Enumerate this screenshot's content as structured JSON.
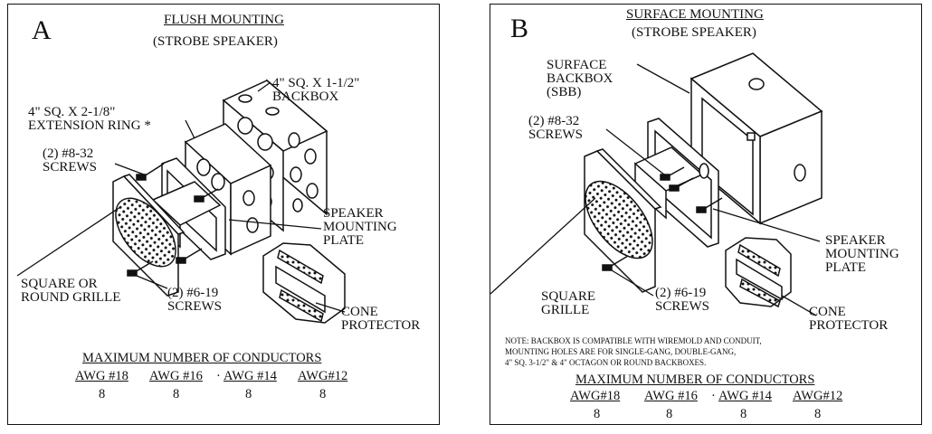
{
  "panel_a": {
    "letter": "A",
    "title": "FLUSH MOUNTING",
    "subtitle": "(STROBE SPEAKER)",
    "labels": {
      "backbox": "4\" SQ. X 1-1/2\"\nBACKBOX",
      "extension_ring": "4\" SQ. X 2-1/8\"\nEXTENSION RING *",
      "screws_top": "(2) #8-32\nSCREWS",
      "mounting_plate": "SPEAKER\nMOUNTING\nPLATE",
      "grille": "SQUARE OR\nROUND GRILLE",
      "screws_bottom": "(2) #6-19\nSCREWS",
      "cone_protector": "CONE\nPROTECTOR"
    },
    "conductors": {
      "title": "MAXIMUM NUMBER OF CONDUCTORS",
      "columns": [
        {
          "awg": "AWG #18",
          "value": "8"
        },
        {
          "awg": "AWG #16",
          "value": "8"
        },
        {
          "awg": "AWG #14",
          "value": "8"
        },
        {
          "awg": "AWG#12",
          "value": "8"
        }
      ]
    }
  },
  "panel_b": {
    "letter": "B",
    "title": "SURFACE MOUNTING",
    "subtitle": "(STROBE SPEAKER)",
    "labels": {
      "surface_backbox": "SURFACE\nBACKBOX\n(SBB)",
      "screws_top": "(2) #8-32\nSCREWS",
      "mounting_plate": "SPEAKER\nMOUNTING\nPLATE",
      "grille": "SQUARE\nGRILLE",
      "screws_bottom": "(2) #6-19\nSCREWS",
      "cone_protector": "CONE\nPROTECTOR"
    },
    "note": "NOTE: BACKBOX IS COMPATIBLE WITH WIREMOLD AND CONDUIT,\nMOUNTING HOLES ARE FOR SINGLE-GANG, DOUBLE-GANG,\n4\" SQ. 3-1/2\" & 4\" OCTAGON OR ROUND BACKBOXES.",
    "conductors": {
      "title": "MAXIMUM NUMBER OF CONDUCTORS",
      "columns": [
        {
          "awg": "AWG#18",
          "value": "8"
        },
        {
          "awg": "AWG #16",
          "value": "8"
        },
        {
          "awg": "AWG #14",
          "value": "8"
        },
        {
          "awg": "AWG#12",
          "value": "8"
        }
      ]
    }
  }
}
